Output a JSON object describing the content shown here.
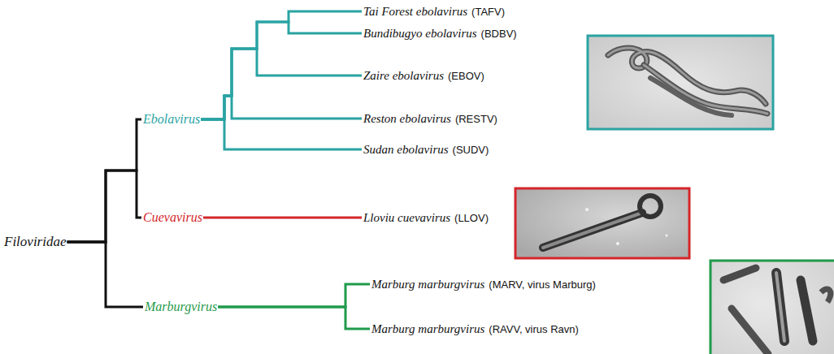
{
  "diagram": {
    "nodes": [
      {
        "text": [
          "Filoviridae"
        ]
      },
      {
        "text": [
          "Ebolavirus"
        ]
      },
      {
        "text": [
          "Tai Forest ebolavirus",
          "(TAFV)"
        ]
      },
      {
        "text": [
          "Bundibugyo ebolavirus",
          "(BDBV)"
        ]
      },
      {
        "text": [
          "Zaire ebolavirus",
          "(EBOV)"
        ]
      },
      {
        "text": [
          "Reston ebolavirus",
          "(RESTV)"
        ]
      },
      {
        "text": [
          "Sudan ebolavirus",
          "(SUDV)"
        ]
      },
      {
        "text": [
          "Cuevavirus"
        ]
      },
      {
        "text": [
          "Lloviu cuevavirus",
          "(LLOV)"
        ]
      },
      {
        "text": [
          "Marburgvirus"
        ]
      },
      {
        "text": [
          "Marburg marburgvirus",
          "(MARV, virus Marburg)"
        ]
      },
      {
        "text": [
          "Marburg marburgvirus",
          "(RAVV, virus Ravn)"
        ]
      }
    ],
    "edges": [
      {
        "from": 0,
        "to": 1,
        "arrow": "none"
      },
      {
        "from": 0,
        "to": 7,
        "arrow": "none"
      },
      {
        "from": 0,
        "to": 9,
        "arrow": "none"
      },
      {
        "from": 1,
        "to": 2,
        "arrow": "none"
      },
      {
        "from": 1,
        "to": 3,
        "arrow": "none"
      },
      {
        "from": 1,
        "to": 4,
        "arrow": "none"
      },
      {
        "from": 1,
        "to": 5,
        "arrow": "none"
      },
      {
        "from": 1,
        "to": 6,
        "arrow": "none"
      },
      {
        "from": 7,
        "to": 8,
        "arrow": "none"
      },
      {
        "from": 9,
        "to": 10,
        "arrow": "none"
      },
      {
        "from": 9,
        "to": 11,
        "arrow": "none"
      }
    ]
  }
}
